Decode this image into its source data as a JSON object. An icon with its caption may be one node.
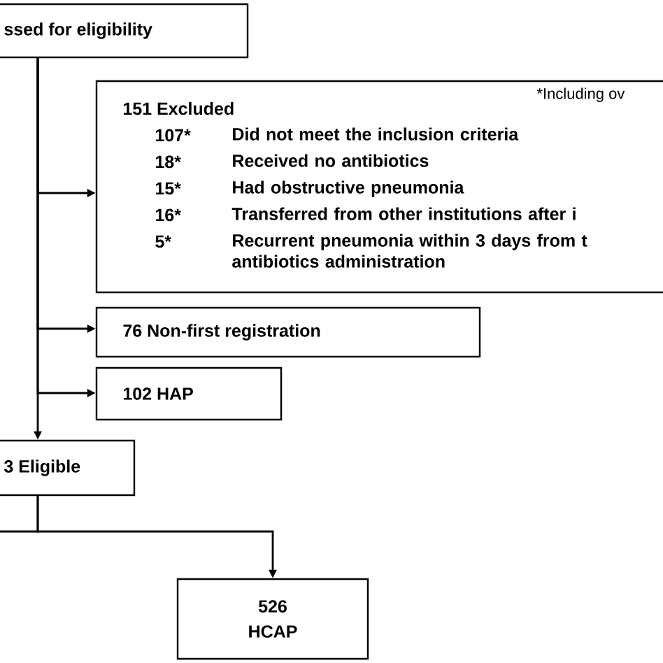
{
  "diagram": {
    "nodes": [
      {
        "text": [
          "ssed for eligibility"
        ]
      },
      {
        "text": [
          "*Including ov",
          "151 Excluded",
          "107*",
          "Did not meet the inclusion criteria",
          "18*",
          "Received no antibiotics",
          "15*",
          "Had obstructive pneumonia",
          "16*",
          "Transferred from other institutions after i",
          "5*",
          "Recurrent pneumonia within 3 days from t antibiotics administration"
        ]
      },
      {
        "text": [
          "76 Non-first registration"
        ]
      },
      {
        "text": [
          "102 HAP"
        ]
      },
      {
        "text": [
          "3 Eligible"
        ]
      },
      {
        "text": [
          "526 HCAP"
        ]
      }
    ],
    "edges": [
      {
        "from": 0,
        "to": 4,
        "arrow": "to"
      },
      {
        "from": 0,
        "to": 1,
        "arrow": "to"
      },
      {
        "from": 0,
        "to": 2,
        "arrow": "to"
      },
      {
        "from": 0,
        "to": 3,
        "arrow": "to"
      },
      {
        "from": 4,
        "to": 5,
        "arrow": "to"
      },
      {
        "from": 4,
        "to": null,
        "arrow": "none"
      }
    ]
  }
}
